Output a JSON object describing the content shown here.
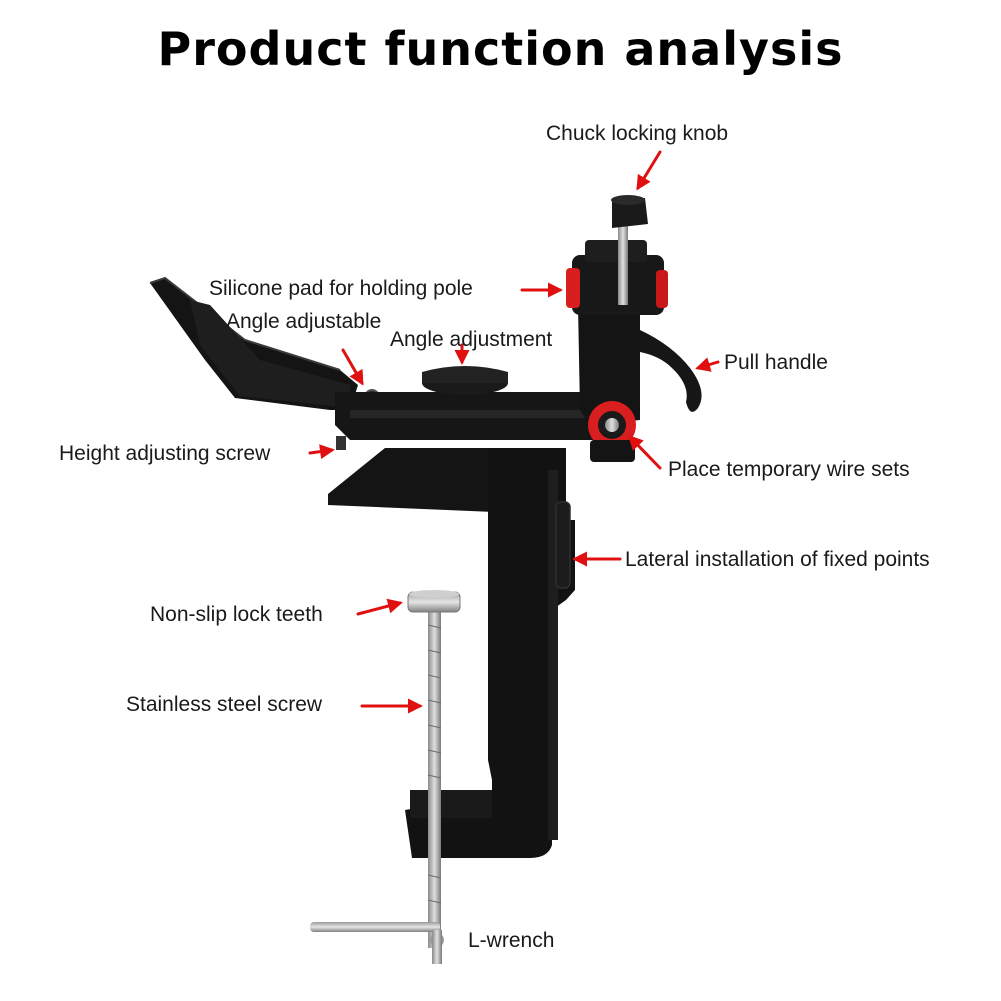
{
  "title": "Product function analysis",
  "labels": {
    "chuck_locking_knob": "Chuck locking knob",
    "silicone_pad": "Silicone pad for holding pole",
    "angle_adjustable": "Angle adjustable",
    "angle_adjustment": "Angle adjustment",
    "pull_handle": "Pull handle",
    "height_adjusting_screw": "Height adjusting screw",
    "place_temporary_wire_sets": "Place temporary wire sets",
    "lateral_installation": "Lateral installation of fixed points",
    "non_slip_lock_teeth": "Non-slip lock teeth",
    "stainless_steel_screw": "Stainless steel screw",
    "l_wrench": "L-wrench"
  },
  "colors": {
    "arrow": "#e01010",
    "body": "#111111",
    "metal": "#b8b8b8",
    "accent_red": "#d81e1e"
  }
}
